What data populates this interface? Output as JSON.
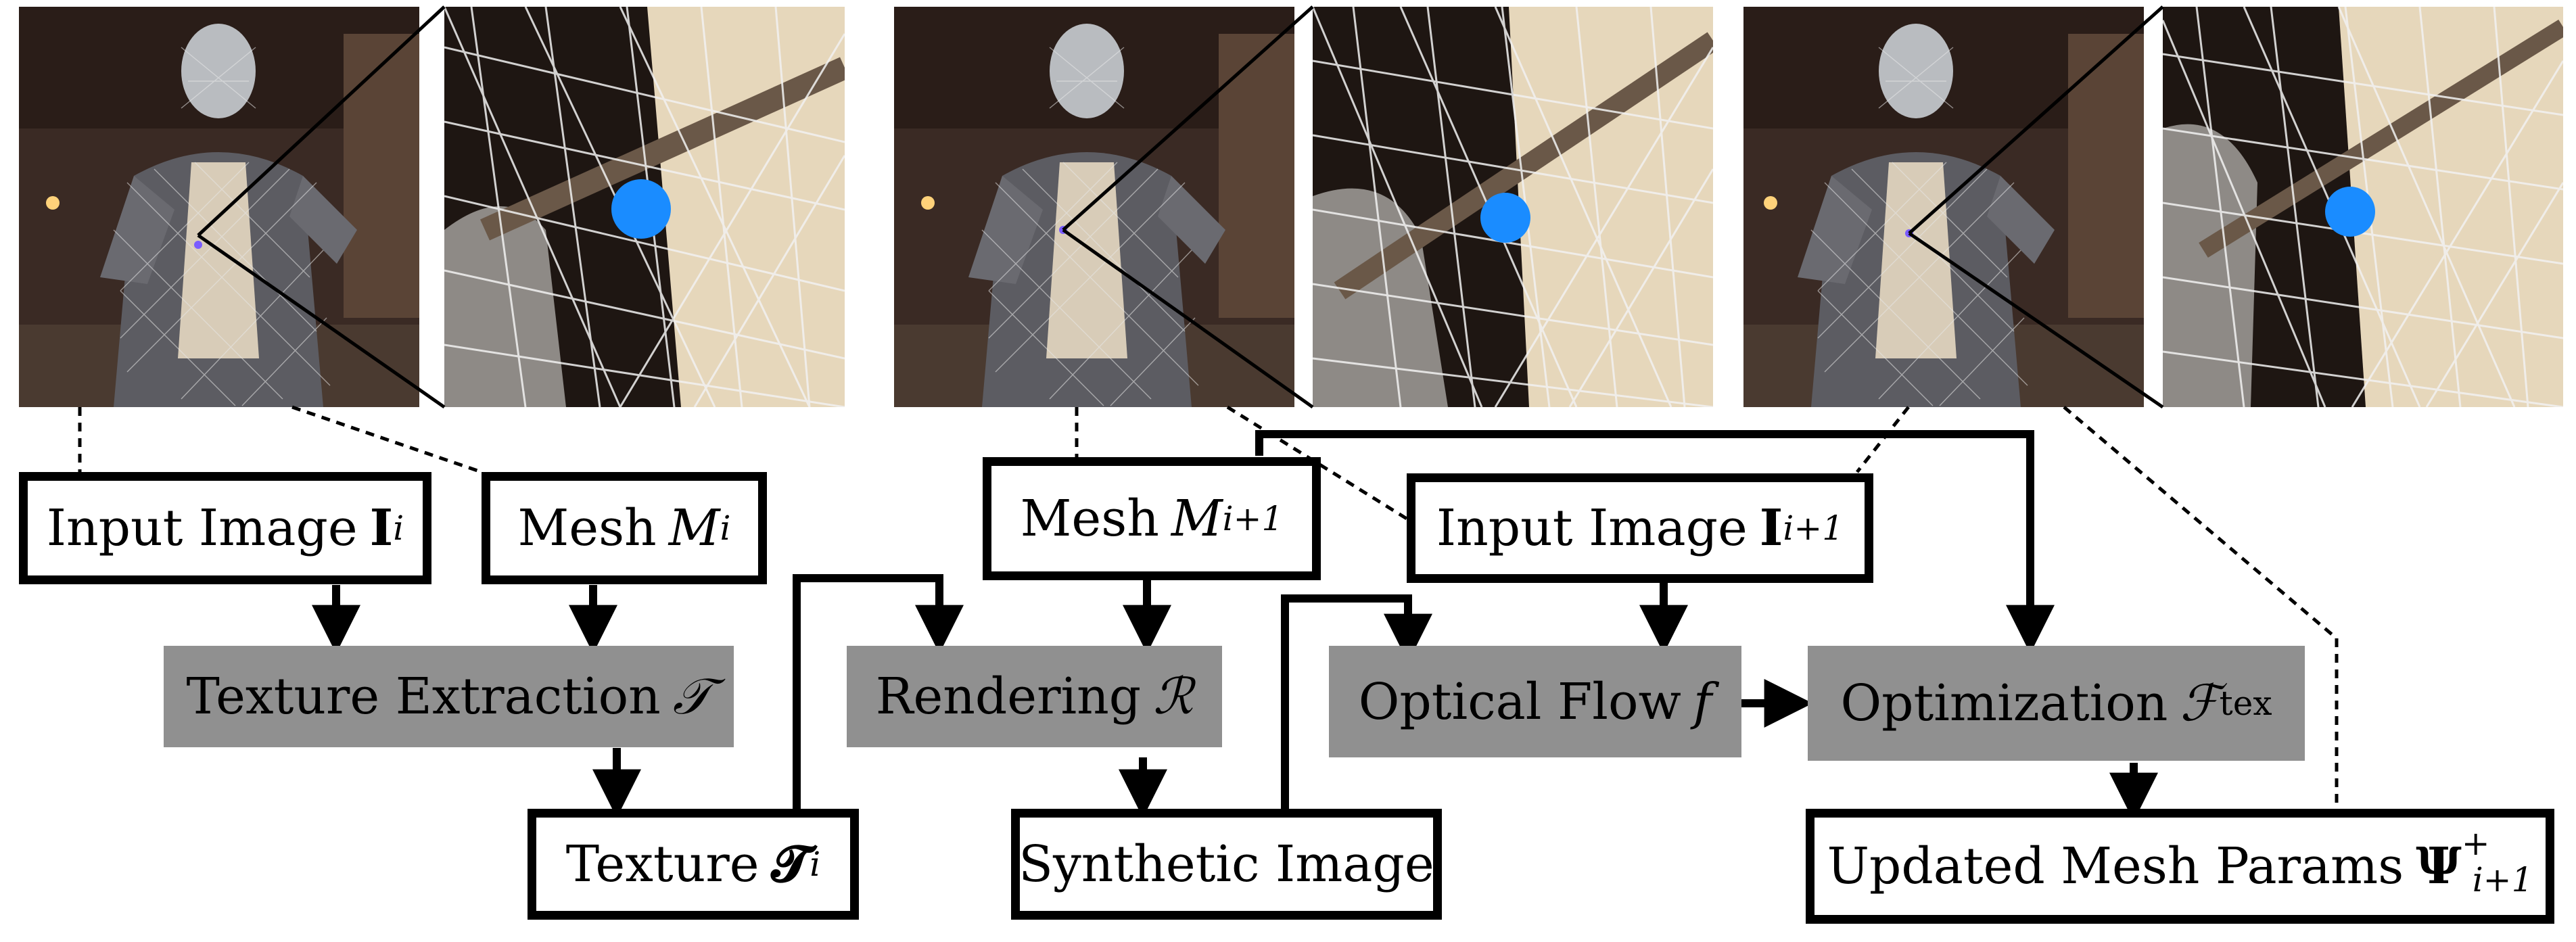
{
  "frames": [
    {
      "id": "frame-1"
    },
    {
      "id": "frame-2"
    },
    {
      "id": "frame-3"
    }
  ],
  "nodes": {
    "input_image_i": {
      "label": "Input Image",
      "math": "I",
      "sub": "i"
    },
    "mesh_i": {
      "label": "Mesh",
      "math": "M",
      "sub": "i"
    },
    "texture_extraction": {
      "label": "Texture Extraction",
      "math": "𝒯"
    },
    "texture_i": {
      "label": "Texture",
      "math": "𝓣",
      "sub": "i"
    },
    "mesh_i1": {
      "label": "Mesh",
      "math": "M",
      "sub": "i+1"
    },
    "rendering": {
      "label": "Rendering",
      "math": "ℛ"
    },
    "synthetic_image": {
      "label": "Synthetic Image"
    },
    "input_image_i1": {
      "label": "Input Image",
      "math": "I",
      "sub": "i+1"
    },
    "optical_flow": {
      "label": "Optical Flow",
      "math": "f"
    },
    "optimization": {
      "label": "Optimization",
      "math": "ℱ",
      "sub": "tex"
    },
    "updated_mesh": {
      "label": "Updated Mesh Params",
      "math": "Ψ",
      "sup": "+",
      "sub": "i+1"
    }
  },
  "colors": {
    "box_border": "#000000",
    "gray_fill": "#909090",
    "tracked_point": "#1a8cff"
  }
}
